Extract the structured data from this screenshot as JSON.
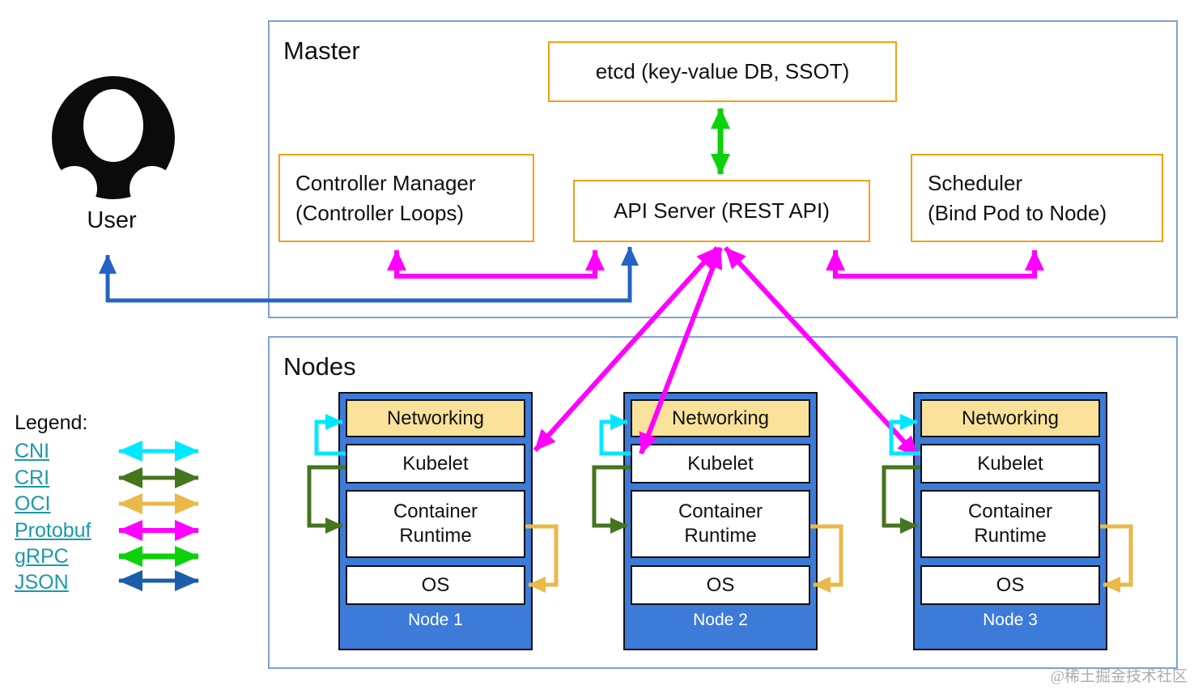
{
  "master": {
    "title": "Master",
    "etcd_label": "etcd (key-value DB, SSOT)",
    "api_server_label": "API Server (REST API)",
    "controller_manager": {
      "line1": "Controller Manager",
      "line2": "(Controller Loops)"
    },
    "scheduler": {
      "line1": "Scheduler",
      "line2": "(Bind Pod to Node)"
    }
  },
  "user_label": "User",
  "nodes_section": {
    "title": "Nodes",
    "layers": [
      "Networking",
      "Kubelet",
      "Container Runtime",
      "OS"
    ],
    "node_names": [
      "Node 1",
      "Node 2",
      "Node 3"
    ]
  },
  "legend": {
    "title": "Legend:",
    "items": [
      {
        "label": "CNI"
      },
      {
        "label": "CRI"
      },
      {
        "label": "OCI"
      },
      {
        "label": "Protobuf"
      },
      {
        "label": "gRPC"
      },
      {
        "label": "JSON"
      }
    ]
  },
  "watermark": "@稀土掘金技术社区",
  "colors": {
    "frame_blue": "#7FA3CF",
    "box_orange": "#F3A112",
    "node_blue": "#3D7BD9",
    "networking_bg": "#FAE29B",
    "cni": "#00E8FF",
    "cri": "#44761D",
    "oci": "#E9B949",
    "protobuf": "#FF00FF",
    "grpc": "#0BD20B",
    "json": "#1A5EA8",
    "user_arrow": "#2463C4",
    "link": "#1B9AA6",
    "watermark": "#ACACAC"
  }
}
